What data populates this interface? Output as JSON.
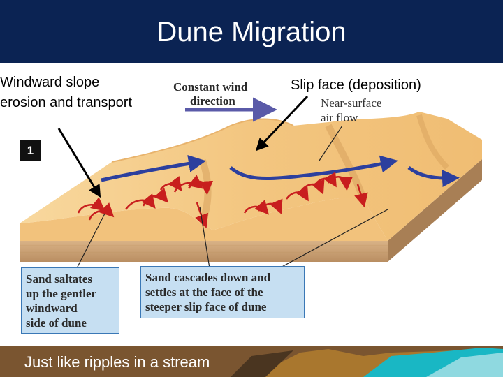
{
  "slide": {
    "title": "Dune Migration",
    "footer": "Just like ripples in a stream"
  },
  "labels": {
    "windward_line1": "Windward slope",
    "windward_line2": "erosion and transport",
    "slip_face": "Slip face (deposition)",
    "wind_line1": "Constant wind",
    "wind_line2": "direction",
    "near_surface_line1": "Near-surface",
    "near_surface_line2": "air flow",
    "figure_number": "1"
  },
  "callouts": {
    "saltation": [
      "Sand saltates",
      "up the gentler",
      "windward",
      "side of dune"
    ],
    "cascade": [
      "Sand cascades down and",
      "settles at the face of the",
      "steeper slip face of dune"
    ]
  },
  "colors": {
    "title_bar": "#0b2353",
    "callout_fill": "#c6dff2",
    "airflow_arrow": "#2c3f9e",
    "saltation_arrow": "#c81e1e"
  }
}
